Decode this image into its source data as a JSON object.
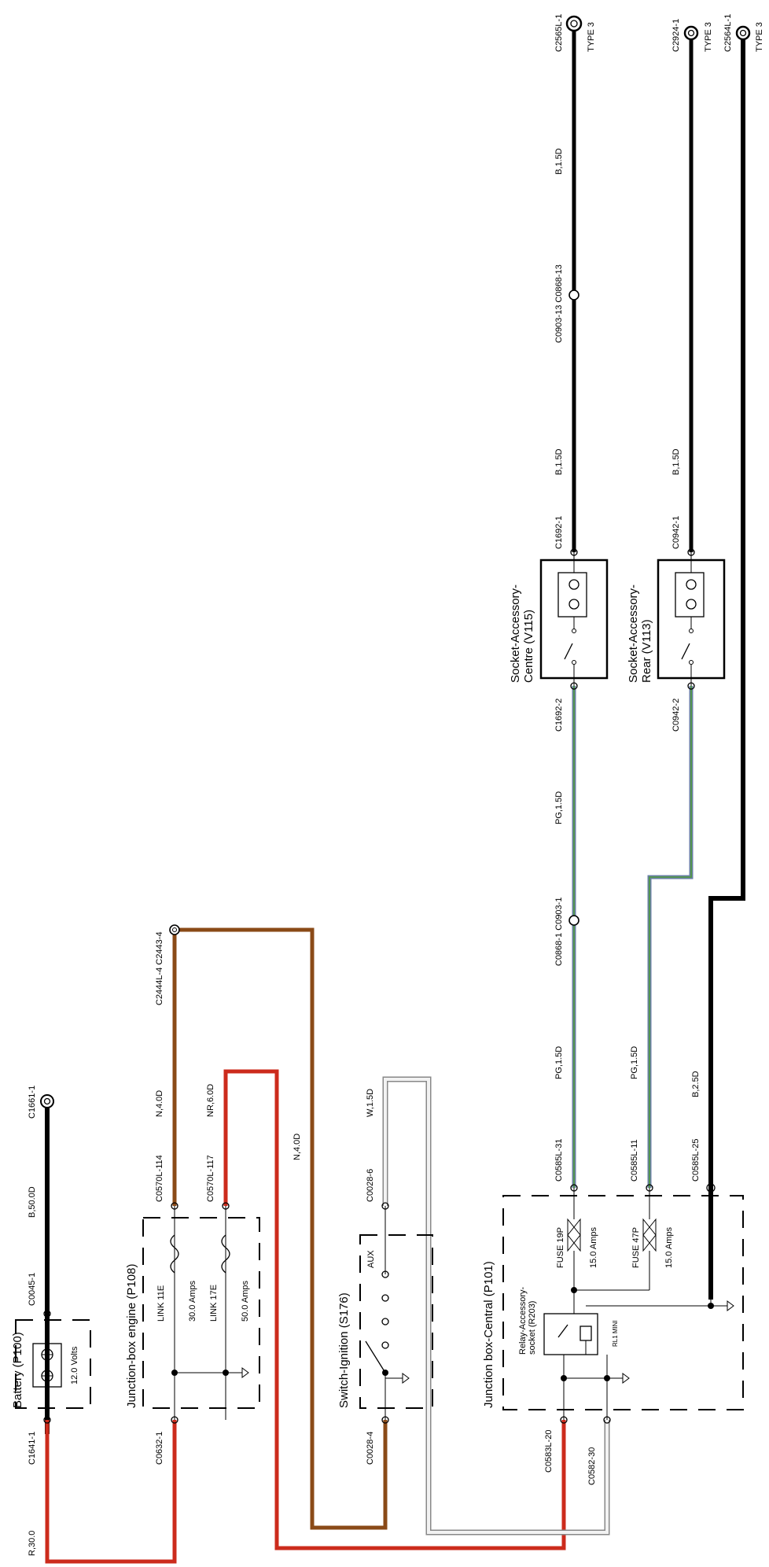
{
  "colors": {
    "black": "#000000",
    "red": "#cc2b1c",
    "brown": "#8a4a17",
    "pink_green_a": "#6a7fa6",
    "pink_green_b": "#4e9b3a",
    "white_wire": "#f2f2f2",
    "white_wire_outline": "#888888"
  },
  "components": {
    "battery": {
      "title": "Battery (P100)",
      "value": "12.0 Volts"
    },
    "jb_engine": {
      "title": "Junction-box engine (P108)",
      "link_a": "LINK 11E",
      "link_a_amps": "30.0 Amps",
      "link_b": "LINK 17E",
      "link_b_amps": "50.0 Amps"
    },
    "switch_ignition": {
      "title": "Switch-Ignition (S176)",
      "aux": "AUX"
    },
    "jb_central": {
      "title": "Junction box-Central (P101)",
      "relay_line1": "Relay-Accessory-",
      "relay_line2": "socket (R203)",
      "relay_type": "RL1 MINI",
      "fuse_a": "FUSE 19P",
      "fuse_a_amps": "15.0 Amps",
      "fuse_b": "FUSE 47P",
      "fuse_b_amps": "15.0 Amps"
    },
    "socket_centre": {
      "title_line1": "Socket-Accessory-",
      "title_line2": "Centre (V115)"
    },
    "socket_rear": {
      "title_line1": "Socket-Accessory-",
      "title_line2": "Rear (V113)"
    }
  },
  "connectors": {
    "c1641_1": "C1641-1",
    "c0045_1": "C0045-1",
    "c1661_1": "C1661-1",
    "c0632_1": "C0632-1",
    "c0570l_114": "C0570L-114",
    "c0570l_117": "C0570L-117",
    "c2444l_c2443": "C2444L-4 C2443-4",
    "c0028_4": "C0028-4",
    "c0028_6": "C0028-6",
    "c0583l_20": "C0583L-20",
    "c0582_30": "C0582-30",
    "c0585l_31": "C0585L-31",
    "c0585l_11": "C0585L-11",
    "c0585l_25": "C0585L-25",
    "c0868_c0903_1": "C0868-1 C0903-1",
    "c1692_2": "C1692-2",
    "c1692_1": "C1692-1",
    "c0903_c0868_13": "C0903-13 C0868-13",
    "c2565l_1": "C2565L-1",
    "c0942_2": "C0942-2",
    "c0942_1": "C0942-1",
    "c2924_1": "C2924-1",
    "c2564l_1": "C2564L-1",
    "type3": "TYPE 3"
  },
  "wires": {
    "r_30": "R,30.0",
    "b_50": "B,50.0D",
    "n_4": "N,4.0D",
    "nr_6": "NR,6.0D",
    "w_15": "W,1.5D",
    "pg_15": "PG,1.5D",
    "b_15": "B,1.5D",
    "b_25": "B,2.5D"
  }
}
